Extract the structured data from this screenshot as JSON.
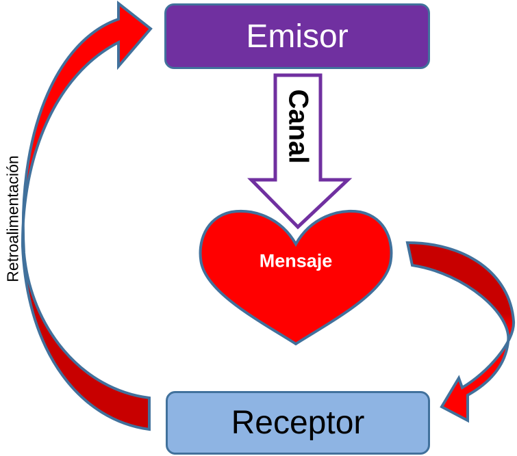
{
  "diagram": {
    "title": "Communication process",
    "nodes": {
      "sender": {
        "label": "Emisor",
        "fill": "#7030a0",
        "text_color": "#ffffff"
      },
      "receiver": {
        "label": "Receptor",
        "fill": "#8eb4e3",
        "text_color": "#000000"
      },
      "message": {
        "label": "Mensaje",
        "shape": "heart",
        "fill": "#ff0000",
        "text_color": "#ffffff"
      }
    },
    "edges": {
      "channel": {
        "label": "Canal",
        "from": "Emisor",
        "to": "Mensaje",
        "style": "block-arrow-outline",
        "stroke": "#7030a0"
      },
      "delivery": {
        "label": "",
        "from": "Mensaje",
        "to": "Receptor",
        "style": "curved-arrow",
        "fill": "#ff0000"
      },
      "feedback": {
        "label": "Retroalimentación",
        "from": "Receptor",
        "to": "Emisor",
        "style": "curved-arrow",
        "fill": "#ff0000"
      }
    },
    "outline_color": "#41719c"
  }
}
